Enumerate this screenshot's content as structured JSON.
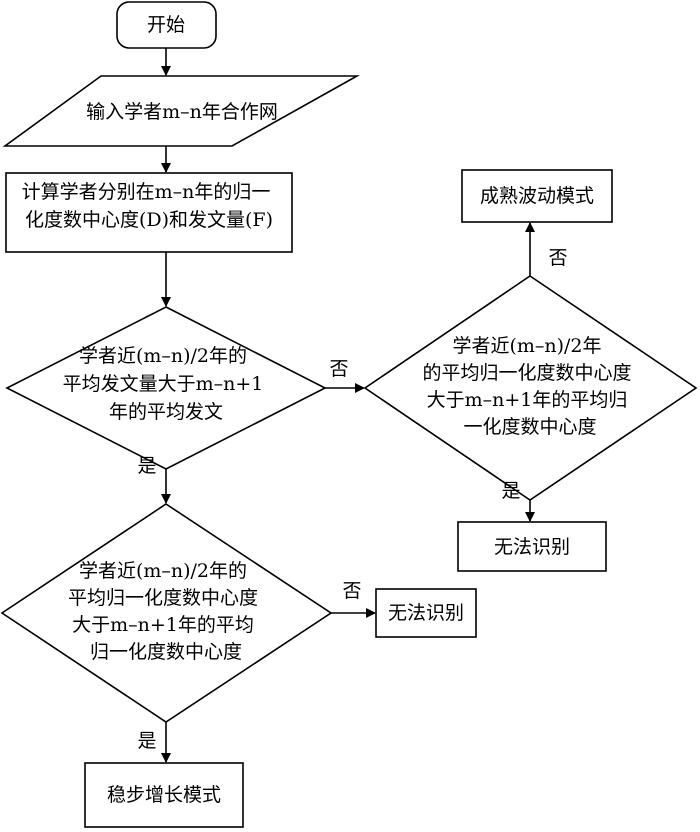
{
  "nodes": {
    "start": "开始",
    "input_lines": [
      "输入学者m–n年合作网"
    ],
    "calc_lines": [
      "计算学者分别在m–n年的归一",
      "化度数中心度(D)和发文量(F)"
    ],
    "decision1_lines": [
      "学者近(m–n)/2年的",
      "平均发文量大于m–n+1",
      "年的平均发文"
    ],
    "decision2_lines": [
      "学者近(m–n)/2年",
      "的平均归一化度数中心度",
      "大于m–n+1年的平均归",
      "一化度数中心度"
    ],
    "decision3_lines": [
      "学者近(m–n)/2年的",
      "平均归一化度数中心度",
      "大于m–n+1年的平均",
      "归一化度数中心度"
    ],
    "mature": "成熟波动模式",
    "unrecognizable_right": "无法识别",
    "unrecognizable_middle": "无法识别",
    "steady": "稳步增长模式"
  },
  "edge_labels": {
    "d1_no": "否",
    "d1_yes": "是",
    "d2_no": "否",
    "d2_yes": "是",
    "d3_no": "否",
    "d3_yes": "是"
  }
}
